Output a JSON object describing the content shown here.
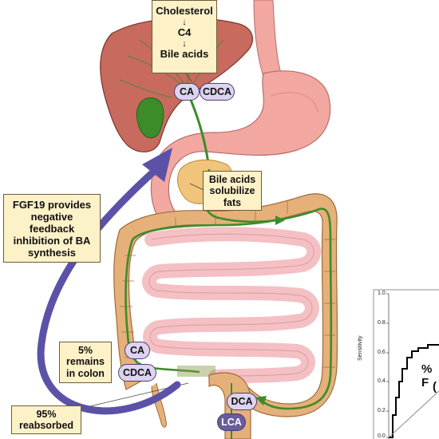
{
  "pathway": {
    "step1": "Cholesterol",
    "step2": "C4",
    "step3": "Bile acids"
  },
  "liver_acids": [
    "CA",
    "CDCA"
  ],
  "solubilize": [
    "Bile acids",
    "solubilize",
    "fats"
  ],
  "fgf19": [
    "FGF19 provides",
    "negative",
    "feedback",
    "inhibition of BA",
    "synthesis"
  ],
  "remains": [
    "5%",
    "remains",
    "in colon"
  ],
  "colon_acids": [
    "CA",
    "CDCA"
  ],
  "reabsorbed": [
    "95%",
    "reabsorbed"
  ],
  "secondary_acids": [
    "DCA",
    "LCA"
  ],
  "roc_inset": {
    "ylabel": "Sensitivity",
    "ticks": [
      "1.0",
      "0.8",
      "0.6",
      "0.4",
      "0.2",
      "0.0"
    ],
    "overlay_text": "% F",
    "overlay_text2": "("
  },
  "colors": {
    "liver": "#c96a5e",
    "stomach": "#f2a7a0",
    "intestine": "#f4c0c4",
    "colon": "#e6b07a",
    "bile_path": "#3c8c2a",
    "arrow": "#5b52a8",
    "label_fill": "#fdf1c8"
  }
}
